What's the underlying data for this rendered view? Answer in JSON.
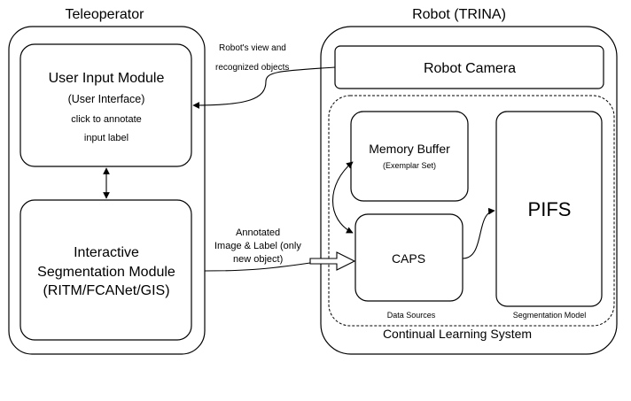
{
  "teleoperator": {
    "title": "Teleoperator",
    "user_input": {
      "title": "User Input Module",
      "subtitle": "(User Interface)",
      "line3": "click to annotate",
      "line4": "input label"
    },
    "segmentation": {
      "line1": "Interactive",
      "line2": "Segmentation Module",
      "line3": "(RITM/FCANet/GIS)"
    }
  },
  "robot": {
    "title": "Robot (TRINA)",
    "camera": "Robot Camera",
    "cls": {
      "label": "Continual Learning System",
      "memory": {
        "title": "Memory Buffer",
        "subtitle": "(Exemplar Set)"
      },
      "caps": "CAPS",
      "pifs": "PIFS",
      "data_sources": "Data Sources",
      "segmentation_model": "Segmentation Model"
    }
  },
  "edges": {
    "view_label_1": "Robot's view and",
    "view_label_2": "recognized objects",
    "annot_label_1": "Annotated",
    "annot_label_2": "Image & Label (only",
    "annot_label_3": "new object)"
  }
}
